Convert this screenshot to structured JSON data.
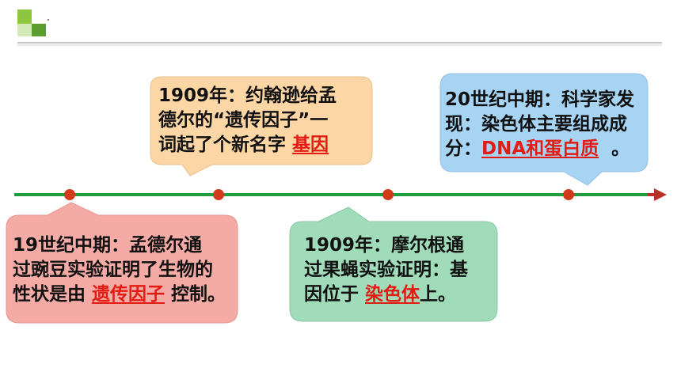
{
  "theme": {
    "timeline_green": "#1f9d3c",
    "arrow_red": "#b7312a",
    "dot_red": "#d13b1c",
    "term_color": "#e31b13",
    "logo_light": "#8ec63f",
    "logo_pale": "#d4e9b8",
    "logo_dark": "#5a9e2f",
    "rule_grey": "#c4c4c4"
  },
  "callouts": {
    "mendel": {
      "color": "#f4aba6",
      "lines": [
        "19世纪中期：孟德尔通",
        "过豌豆实验证明了生物的"
      ],
      "last_before": "性状是由 ",
      "term": "遗传因子",
      "last_after": " 控制。"
    },
    "johannsen": {
      "color": "#fdd6a6",
      "lines": [
        "1909年：约翰逊给孟",
        "德尔的“遗传因子”一"
      ],
      "last_before": "词起了个新名字 ",
      "term": "基因"
    },
    "morgan": {
      "color": "#a0dcb9",
      "lines": [
        "1909年：摩尔根通",
        "过果蝇实验证明：基"
      ],
      "last_before": "因位于 ",
      "term": "染色体",
      "last_after": "上。"
    },
    "mid20c": {
      "color": "#a8d4f4",
      "lines": [
        "20世纪中期：科学家发",
        "现：染色体主要组成成"
      ],
      "last_before": "分：",
      "term": "DNA和蛋白质",
      "last_after": "  。"
    }
  }
}
